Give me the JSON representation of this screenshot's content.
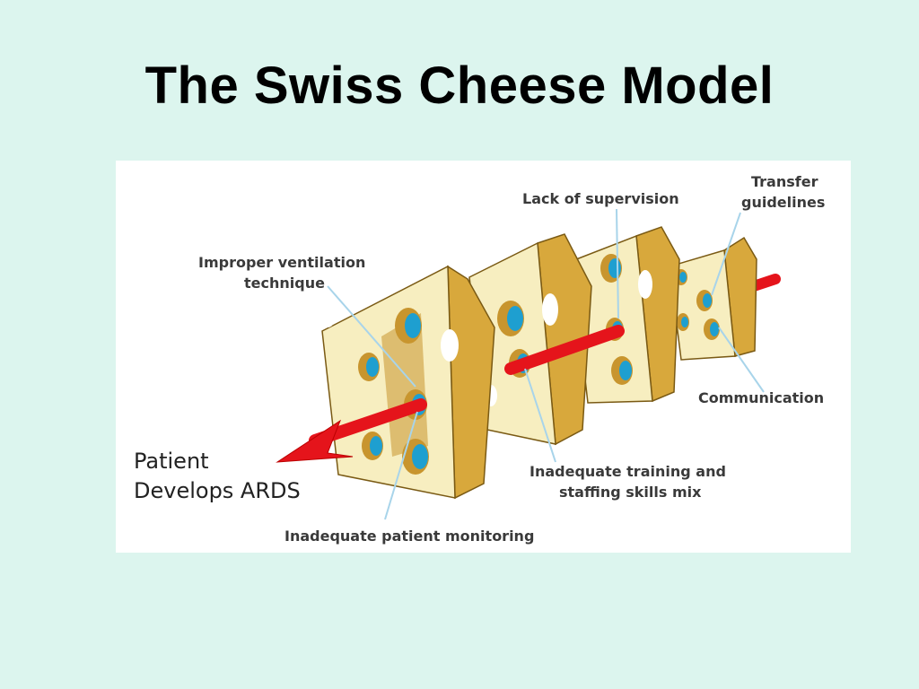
{
  "title": "The Swiss Cheese Model",
  "outcome": {
    "line1": "Patient",
    "line2": "Develops ARDS"
  },
  "labels": {
    "improper_ventilation_1": "Improper ventilation",
    "improper_ventilation_2": "technique",
    "lack_of_supervision": "Lack of supervision",
    "transfer_guidelines_1": "Transfer",
    "transfer_guidelines_2": "guidelines",
    "communication": "Communication",
    "inadequate_training_1": "Inadequate training and",
    "inadequate_training_2": "staffing skills mix",
    "inadequate_monitoring": "Inadequate patient monitoring"
  },
  "colors": {
    "background": "#dcf5ee",
    "cheese_face": "#f7eec0",
    "cheese_side": "#d8a83c",
    "hole": "#1e9fd0",
    "arrow": "#e5141b",
    "leader_line": "#a8d4ea"
  }
}
